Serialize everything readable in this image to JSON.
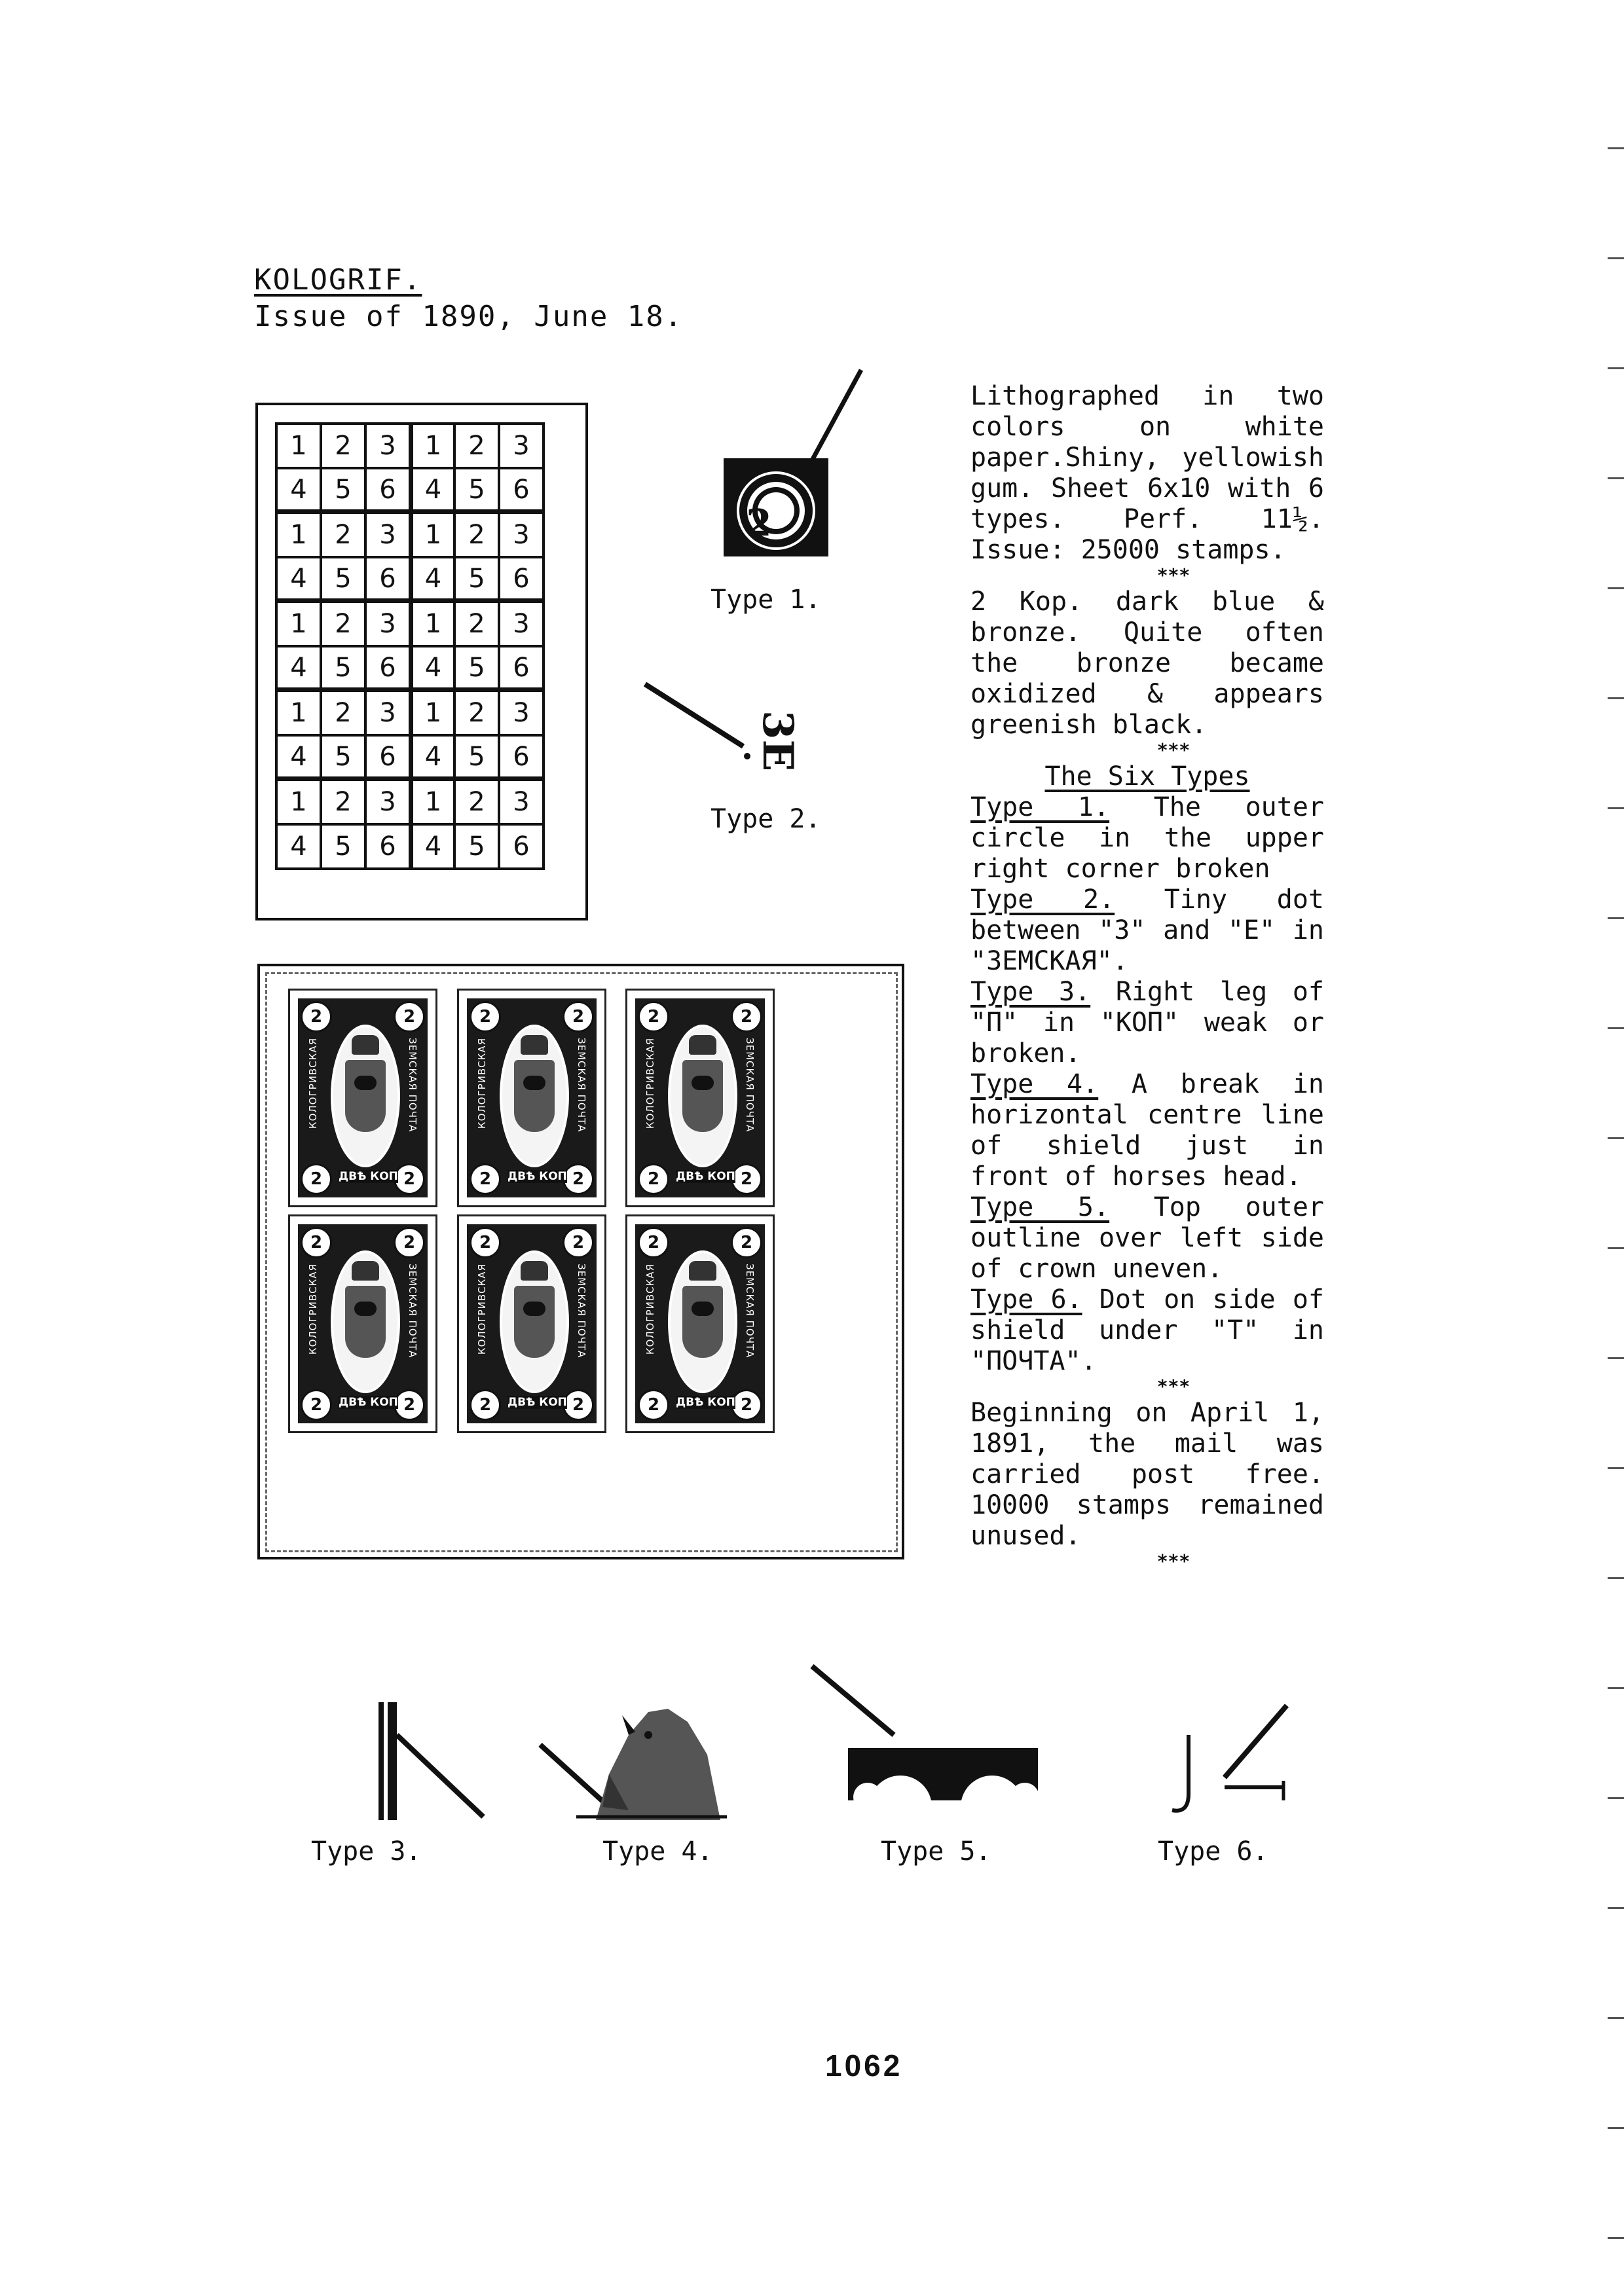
{
  "header": {
    "place": "KOLOGRIF.",
    "issue": "Issue of 1890, June 18."
  },
  "layout_grid": {
    "rows": [
      [
        "1",
        "2",
        "3",
        "1",
        "2",
        "3"
      ],
      [
        "4",
        "5",
        "6",
        "4",
        "5",
        "6"
      ],
      [
        "1",
        "2",
        "3",
        "1",
        "2",
        "3"
      ],
      [
        "4",
        "5",
        "6",
        "4",
        "5",
        "6"
      ],
      [
        "1",
        "2",
        "3",
        "1",
        "2",
        "3"
      ],
      [
        "4",
        "5",
        "6",
        "4",
        "5",
        "6"
      ],
      [
        "1",
        "2",
        "3",
        "1",
        "2",
        "3"
      ],
      [
        "4",
        "5",
        "6",
        "4",
        "5",
        "6"
      ],
      [
        "1",
        "2",
        "3",
        "1",
        "2",
        "3"
      ],
      [
        "4",
        "5",
        "6",
        "4",
        "5",
        "6"
      ]
    ]
  },
  "stamp": {
    "value_numeral": "2",
    "left_text": "КОЛОГРИВСКАЯ",
    "right_text": "ЗЕМСКАЯ ПОЧТА",
    "bottom_text": "ДВѢ КОП"
  },
  "detail_labels": {
    "type1": "Type 1.",
    "type2": "Type 2.",
    "type2_glyph": "3E",
    "type3": "Type 3.",
    "type4": "Type 4.",
    "type5": "Type 5.",
    "type6": "Type 6."
  },
  "description": {
    "para1": "Lithographed in two colors on white paper.Shiny, yellowish gum. Sheet 6x10 with 6 types. Perf. 11½. Issue: 25000 stamps.",
    "stars": "***",
    "para2": "2 Kop. dark blue & bronze. Quite often the bronze became oxidized & appears greenish black.",
    "types_title": "The Six Types",
    "types": [
      {
        "label": "Type 1.",
        "text": "The outer circle in the upper right corner broken"
      },
      {
        "label": "Type 2.",
        "text": "Tiny dot between \"3\" and \"E\" in \"ЗЕМСКАЯ\"."
      },
      {
        "label": "Type 3.",
        "text": "Right leg of \"П\" in \"КОП\" weak or broken."
      },
      {
        "label": "Type 4.",
        "text": "A break in horizontal centre line of shield just in front of horses head."
      },
      {
        "label": "Type 5.",
        "text": "Top outer outline over left side of crown uneven."
      },
      {
        "label": "Type 6.",
        "text": "Dot on side of shield under \"T\" in \"ПОЧТА\"."
      }
    ],
    "para3": "Beginning on April 1, 1891, the mail was carried post free. 10000 stamps remained unused."
  },
  "page_number": "1062"
}
